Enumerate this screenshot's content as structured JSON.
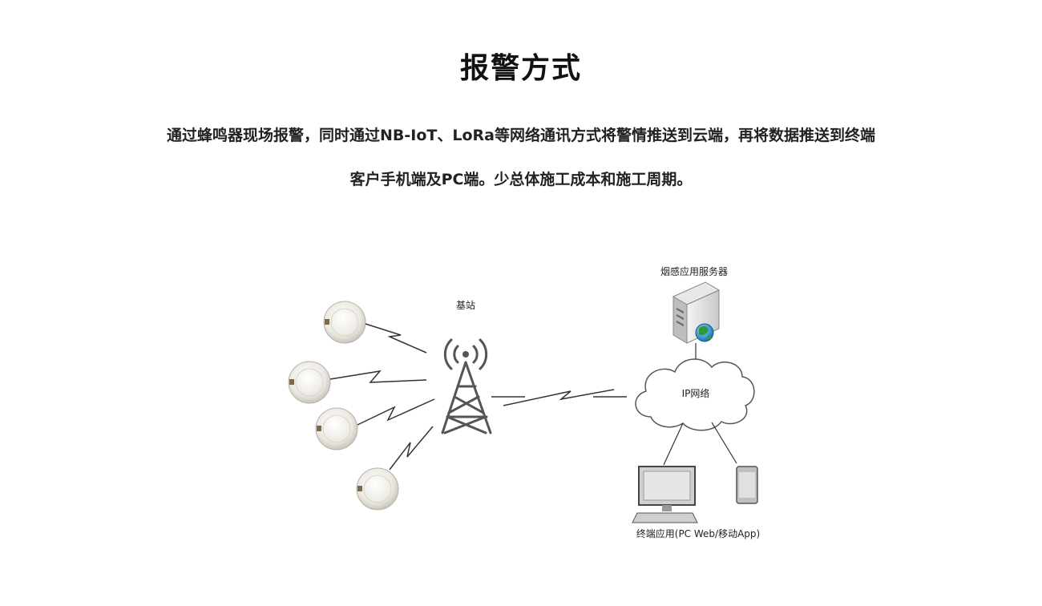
{
  "header": {
    "title": "报警方式",
    "description_line1": "通过蜂鸣器现场报警，同时通过NB-IoT、LoRa等网络通讯方式将警情推送到云端，再将数据推送到终端",
    "description_line2": "客户手机端及PC端。少总体施工成本和施工周期。"
  },
  "diagram": {
    "base_station_label": "基站",
    "server_label": "烟感应用服务器",
    "cloud_label": "IP网络",
    "terminal_label": "终端应用(PC Web/移动App)",
    "detector_count": 4
  },
  "colors": {
    "line": "#333333",
    "detector_body": "#ece9e2",
    "cloud_stroke": "#555555",
    "globe": "#2f9a3a"
  }
}
